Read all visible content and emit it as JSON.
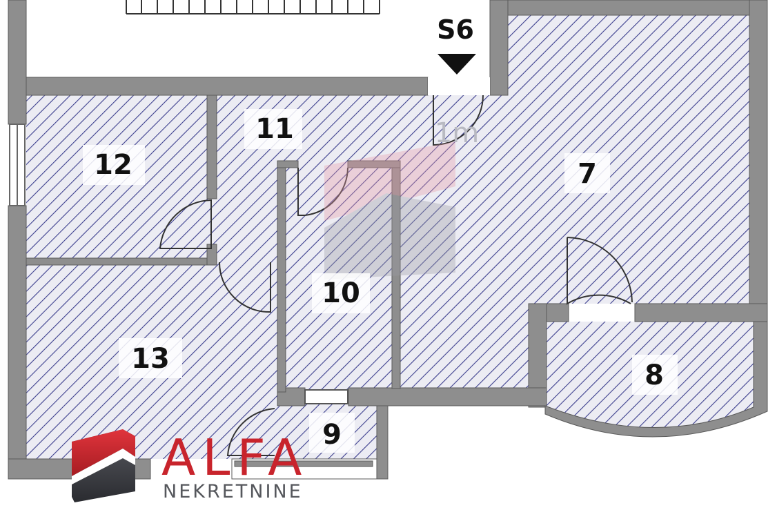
{
  "stair": {
    "label": "S6"
  },
  "scale": {
    "label": "1m"
  },
  "rooms": [
    {
      "id": "7",
      "label": "7"
    },
    {
      "id": "8",
      "label": "8"
    },
    {
      "id": "9",
      "label": "9"
    },
    {
      "id": "10",
      "label": "10"
    },
    {
      "id": "11",
      "label": "11"
    },
    {
      "id": "12",
      "label": "12"
    },
    {
      "id": "13",
      "label": "13"
    }
  ],
  "logo": {
    "title": "ALFA",
    "subtitle": "NEKRETNINE"
  },
  "colors": {
    "wall": "#8e8e8e",
    "hatch": "#3c3f8e",
    "floor": "#ececf3",
    "logo_red": "#c8242c",
    "logo_dark": "#333338",
    "logo_grey": "#55575c"
  }
}
